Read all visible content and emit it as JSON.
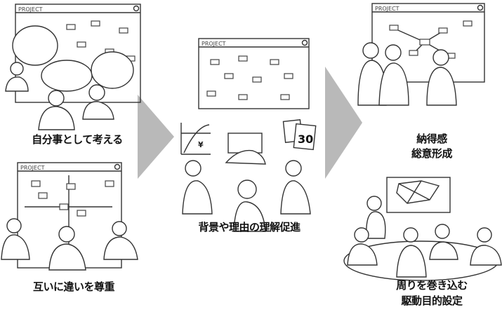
{
  "board_label": "PROJECT",
  "steps": [
    {
      "label": "自分事として考える"
    },
    {
      "label": "互いに違いを尊重"
    },
    {
      "label": "背景や理由の理解促進"
    },
    {
      "label_line1": "納得感",
      "label_line2": "総意形成"
    },
    {
      "label_line1": "周りを巻き込む",
      "label_line2": "駆動目的設定"
    }
  ],
  "icons": {
    "yen_symbol": "¥",
    "calendar_number": "30"
  },
  "colors": {
    "arrow": "#b9b9b9",
    "line": "#333333"
  }
}
